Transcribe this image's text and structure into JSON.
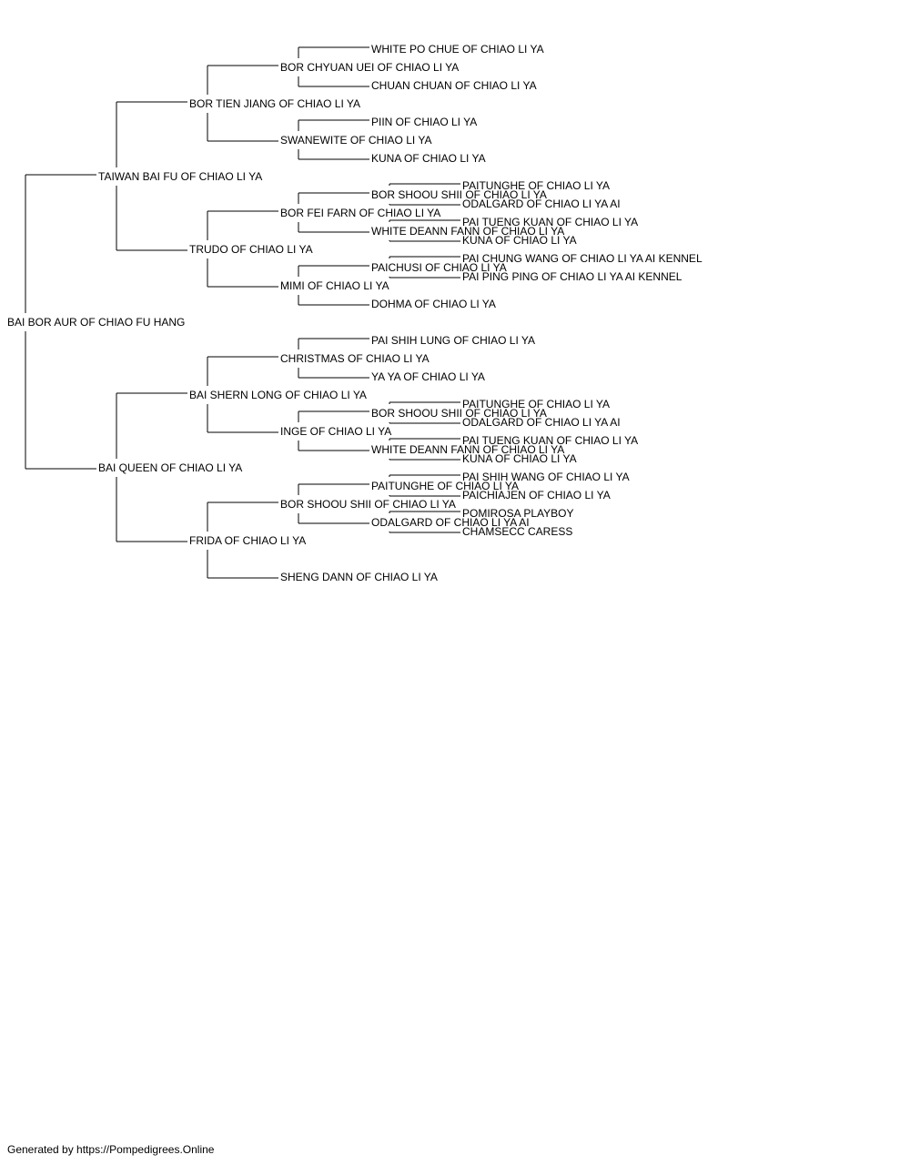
{
  "pedigree": {
    "name": "BAI BOR AUR OF CHIAO FU HANG",
    "sire": {
      "name": "TAIWAN BAI FU OF CHIAO LI YA",
      "sire": {
        "name": "BOR TIEN JIANG OF CHIAO LI YA",
        "sire": {
          "name": "BOR CHYUAN UEI OF CHIAO LI YA",
          "sire": {
            "name": "WHITE PO CHUE OF CHIAO LI YA"
          },
          "dam": {
            "name": "CHUAN CHUAN OF CHIAO LI YA"
          }
        },
        "dam": {
          "name": "SWANEWITE OF CHIAO LI YA",
          "sire": {
            "name": "PIIN OF CHIAO LI YA"
          },
          "dam": {
            "name": "KUNA OF CHIAO LI YA"
          }
        }
      },
      "dam": {
        "name": "TRUDO OF CHIAO LI YA",
        "sire": {
          "name": "BOR FEI FARN OF CHIAO LI YA",
          "sire": {
            "name": "BOR SHOOU SHII OF CHIAO LI YA",
            "sire": {
              "name": "PAITUNGHE OF CHIAO LI YA"
            },
            "dam": {
              "name": "ODALGARD OF CHIAO LI YA AI"
            }
          },
          "dam": {
            "name": "WHITE DEANN FANN OF CHIAO LI YA",
            "sire": {
              "name": "PAI TUENG KUAN OF CHIAO LI YA"
            },
            "dam": {
              "name": "KUNA OF CHIAO LI YA"
            }
          }
        },
        "dam": {
          "name": "MIMI OF CHIAO LI YA",
          "sire": {
            "name": "PAICHUSI OF CHIAO LI YA",
            "sire": {
              "name": "PAI CHUNG WANG OF CHIAO LI YA AI KENNEL"
            },
            "dam": {
              "name": "PAI PING PING OF CHIAO LI YA AI KENNEL"
            }
          },
          "dam": {
            "name": "DOHMA OF CHIAO LI YA"
          }
        }
      }
    },
    "dam": {
      "name": "BAI QUEEN OF CHIAO LI YA",
      "sire": {
        "name": "BAI SHERN LONG OF CHIAO LI YA",
        "sire": {
          "name": "CHRISTMAS OF CHIAO LI YA",
          "sire": {
            "name": "PAI SHIH LUNG OF CHIAO LI YA"
          },
          "dam": {
            "name": "YA YA OF CHIAO LI YA"
          }
        },
        "dam": {
          "name": "INGE OF CHIAO LI YA",
          "sire": {
            "name": "BOR SHOOU SHII OF CHIAO LI YA",
            "sire": {
              "name": "PAITUNGHE OF CHIAO LI YA"
            },
            "dam": {
              "name": "ODALGARD OF CHIAO LI YA AI"
            }
          },
          "dam": {
            "name": "WHITE DEANN FANN OF CHIAO LI YA",
            "sire": {
              "name": "PAI TUENG KUAN OF CHIAO LI YA"
            },
            "dam": {
              "name": "KUNA OF CHIAO LI YA"
            }
          }
        }
      },
      "dam": {
        "name": "FRIDA OF CHIAO LI YA",
        "sire": {
          "name": "BOR SHOOU SHII OF CHIAO LI YA",
          "sire": {
            "name": "PAITUNGHE OF CHIAO LI YA",
            "sire": {
              "name": "PAI SHIH WANG OF CHIAO LI YA"
            },
            "dam": {
              "name": "PAICHIAJEN OF CHIAO LI YA"
            }
          },
          "dam": {
            "name": "ODALGARD OF CHIAO LI YA AI",
            "sire": {
              "name": "POMIROSA PLAYBOY"
            },
            "dam": {
              "name": "CHAMSECC CARESS"
            }
          }
        },
        "dam": {
          "name": "SHENG DANN OF CHIAO LI YA"
        }
      }
    }
  },
  "footer": "Generated by https://Pompedigrees.Online",
  "colors": {
    "line": "#000000",
    "text": "#000000",
    "background": "#ffffff"
  }
}
